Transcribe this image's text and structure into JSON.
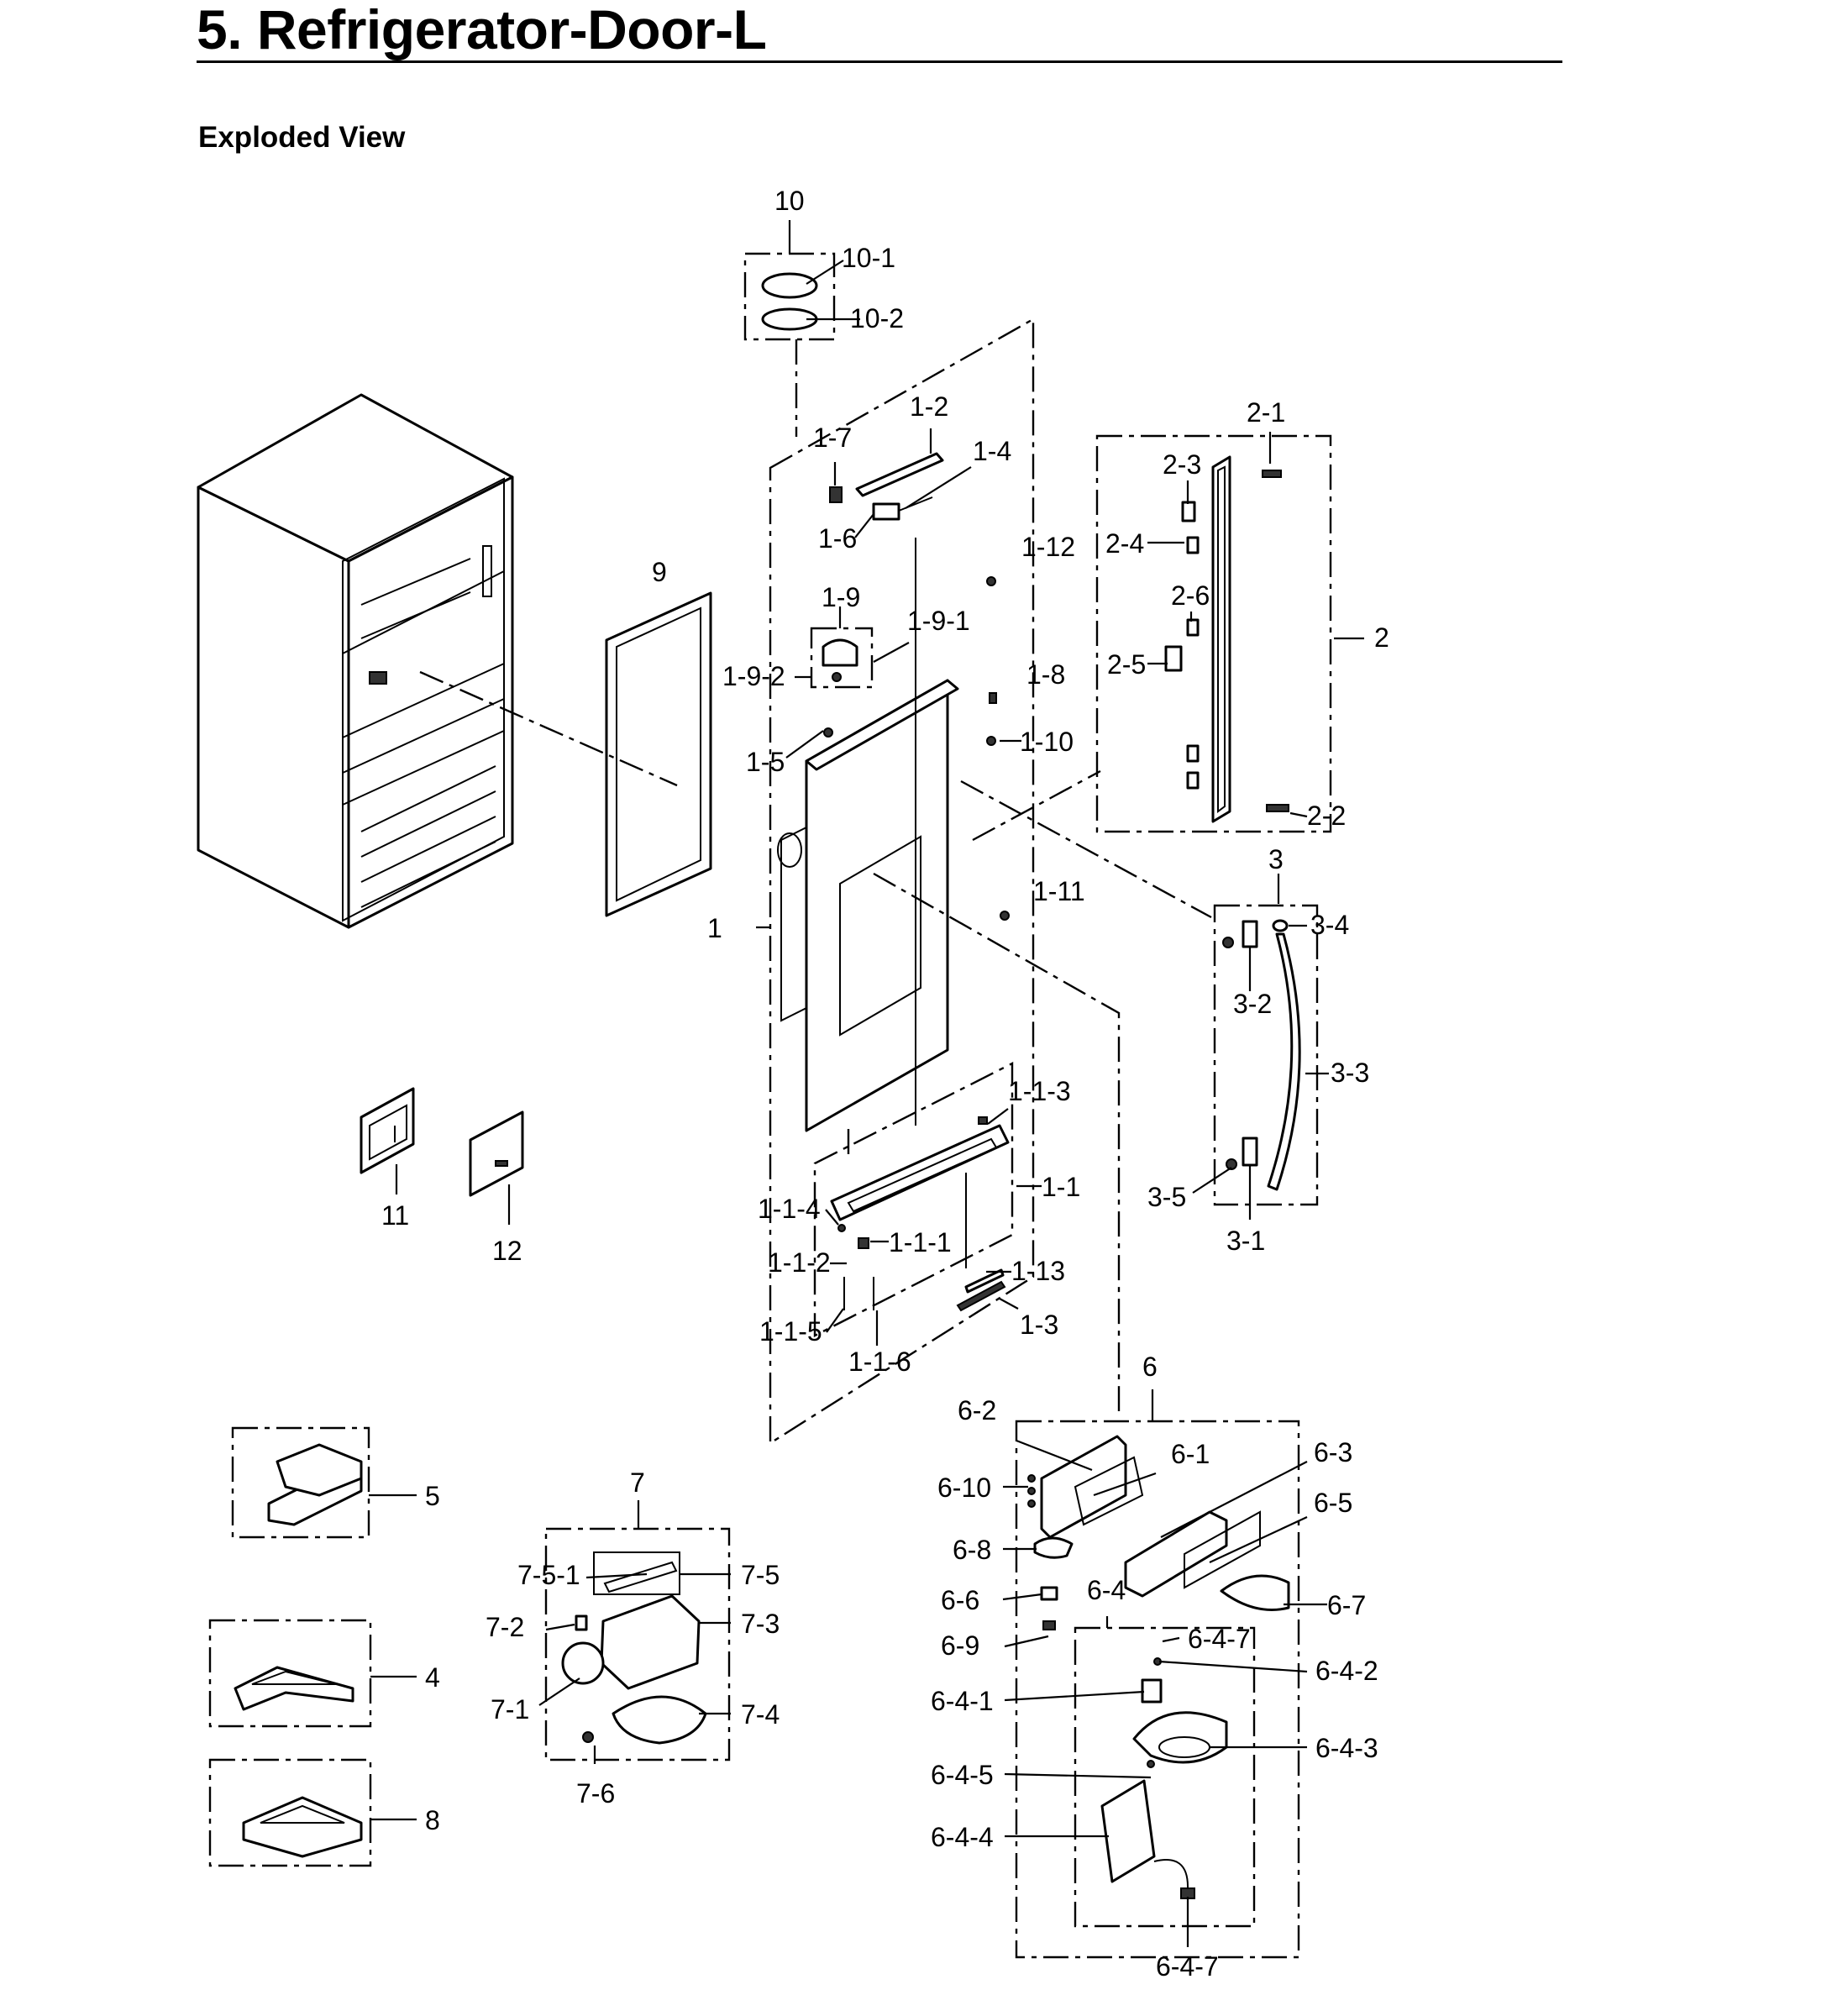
{
  "page": {
    "title": "5.  Refrigerator-Door-L",
    "section": "Exploded View"
  },
  "callouts": {
    "c10": "10",
    "c10_1": "10-1",
    "c10_2": "10-2",
    "c1_2": "1-2",
    "c1_7": "1-7",
    "c1_4": "1-4",
    "c1_6": "1-6",
    "c1_12": "1-12",
    "c1_9": "1-9",
    "c1_9_1": "1-9-1",
    "c1_9_2": "1-9-2",
    "c1_8": "1-8",
    "c1_5": "1-5",
    "c1_10": "1-10",
    "c1_11": "1-11",
    "c1": "1",
    "c1_1_3": "1-1-3",
    "c1_1": "1-1",
    "c1_1_4": "1-1-4",
    "c1_1_1": "1-1-1",
    "c1_1_2": "1-1-2",
    "c1_13": "1-13",
    "c1_1_5": "1-1-5",
    "c1_3": "1-3",
    "c1_1_6": "1-1-6",
    "c2_1": "2-1",
    "c2_3": "2-3",
    "c2_4": "2-4",
    "c2_6": "2-6",
    "c2": "2",
    "c2_5": "2-5",
    "c2_2": "2-2",
    "c3": "3",
    "c3_4": "3-4",
    "c3_2": "3-2",
    "c3_3": "3-3",
    "c3_5": "3-5",
    "c3_1": "3-1",
    "c9": "9",
    "c11": "11",
    "c12": "12",
    "c5": "5",
    "c4": "4",
    "c8": "8",
    "c7": "7",
    "c7_5_1": "7-5-1",
    "c7_5": "7-5",
    "c7_2": "7-2",
    "c7_3": "7-3",
    "c7_1": "7-1",
    "c7_4": "7-4",
    "c7_6": "7-6",
    "c6": "6",
    "c6_2": "6-2",
    "c6_1": "6-1",
    "c6_3": "6-3",
    "c6_10": "6-10",
    "c6_5": "6-5",
    "c6_8": "6-8",
    "c6_4": "6-4",
    "c6_6": "6-6",
    "c6_7": "6-7",
    "c6_9": "6-9",
    "c6_4_7a": "6-4-7",
    "c6_4_2": "6-4-2",
    "c6_4_1": "6-4-1",
    "c6_4_3": "6-4-3",
    "c6_4_5": "6-4-5",
    "c6_4_4": "6-4-4",
    "c6_4_7b": "6-4-7"
  }
}
